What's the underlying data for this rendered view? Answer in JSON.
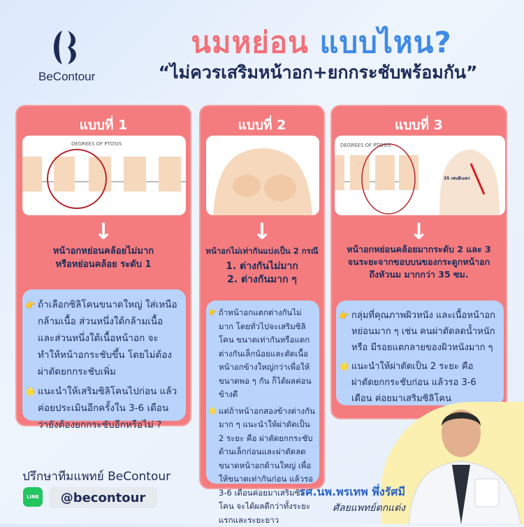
{
  "brand": {
    "name": "BeContour"
  },
  "header": {
    "title_pink": "นมหย่อน",
    "title_blue": "แบบไหน?",
    "subtitle": "“ไม่ควรเสริมหน้าอก+ยกกระชับพร้อมกัน”"
  },
  "cards": [
    {
      "title": "แบบที่ 1",
      "image_label": "DEGREES OF PTOSIS",
      "caption": [
        "หน้าอกหย่อนคล้อยไม่มาก",
        "หรือหย่อนคล้อย ระดับ 1"
      ],
      "points": [
        "ถ้าเลือกซิลิโคนขนาดใหญ่ ใส่เหนือกล้ามเนื้อ ส่วนหนึ่งใต้กล้ามเนื้อ และส่วนหนึ่งใต้เนื้อหน้าอก จะทำให้หน้าอกระชับขึ้น โดยไม่ต้องผ่าตัดยกกระชับเพิ่ม",
        "แนะนำให้เสริมซิลิโคนไปก่อน แล้วค่อยประเมินอีกครั้งใน 3-6 เดือน ว่ายังต้องยกกระชับอีกหรือไม่ ?"
      ]
    },
    {
      "title": "แบบที่ 2",
      "caption": [
        "หน้าอกไม่เท่ากันแบ่งเป็น 2 กรณี",
        "1. ต่างกันไม่มาก",
        "2. ต่างกันมาก ๆ"
      ],
      "points": [
        "ถ้าหน้าอกแตกต่างกันไม่มาก โดยทั่วไปจะเสริมซิลิโคน ขนาดเท่ากันหรือแตกต่างกันเล็กน้อยและตัดเนื้อหน้าอกข้างใหญ่กว่าเพื่อให้ขนาดพอ ๆ กัน ก็ได้ผลค่อนข้างดี",
        "แต่ถ้าหน้าอกสองข้างต่างกันมาก ๆ แนะนำให้ผ่าตัดเป็น 2 ระยะ คือ ผ่าตัดยกกระชับด้านเล็กก่อนและผ่าตัดลดขนาดหน้าอกด้านใหญ่ เพื่อให้ขนาดเท่ากันก่อน แล้วรอ 3-6 เดือนค่อยมาเสริมซิลิโคน จะได้ผลดีกว่าทั้งระยะแรกและระยะยาว"
      ]
    },
    {
      "title": "แบบที่ 3",
      "image_label": "DEGREES OF PTOSIS",
      "image_measure": "35 เซนติเมตร",
      "caption": [
        "หน้าอกหย่อนคล้อยมากระดับ 2 และ 3",
        "จนระยะจากขอบบนของกระดูกหน้าอก",
        "ถึงหัวนม มากกว่า 35 ซม."
      ],
      "points": [
        "กลุ่มที่คุณภาพผิวหนัง และเนื้อหน้าอกหย่อนมาก ๆ เช่น คนผ่าตัดลดน้ำหนัก หรือ มีรอยแตกลายของผิวหนังมาก ๆ",
        "แนะนำให้ผ่าตัดเป็น 2 ระยะ คือ ผ่าตัดยกกระชับก่อน แล้วรอ 3-6 เดือน ค่อยมาเสริมซิลิโคน"
      ]
    }
  ],
  "footer": {
    "consult": "ปรึกษาทีมแพทย์ BeContour",
    "line_icon_label": "LINE",
    "line_handle": "@becontour",
    "doctor_name": "รศ.นพ.พรเทพ พึ่งรัศมี",
    "doctor_title": "ศัลยแพทย์ตกแต่ง"
  },
  "colors": {
    "pink": "#f47c7f",
    "blue": "#3f8ae6",
    "navy": "#1d2b57",
    "box": "#b9d3fb"
  }
}
